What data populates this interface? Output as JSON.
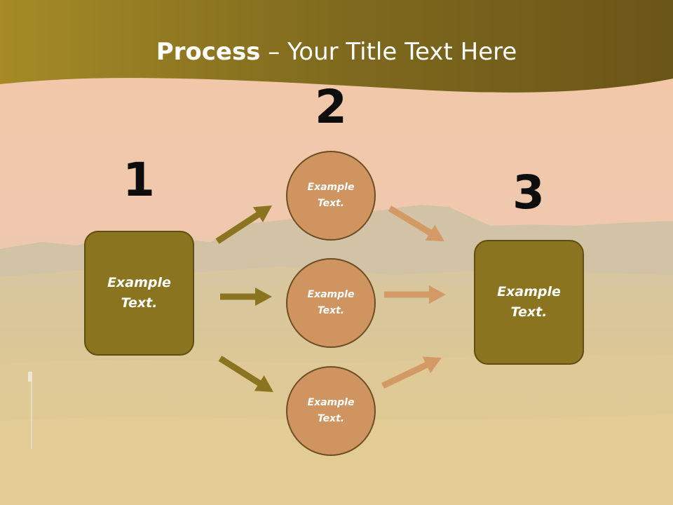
{
  "slide": {
    "title_bold": "Process",
    "title_rest": " – Your Title Text Here",
    "colors": {
      "header_band": "#8a7420",
      "box_fill": "#8a7420",
      "circle_fill": "#cf9460",
      "arrow_left": "#8a7420",
      "arrow_right": "#d49a66"
    }
  },
  "steps": [
    {
      "number": "1",
      "text": "Example\nText."
    },
    {
      "number": "2",
      "items": [
        {
          "text": "Example\nText."
        },
        {
          "text": "Example\nText."
        },
        {
          "text": "Example\nText."
        }
      ]
    },
    {
      "number": "3",
      "text": "Example\nText."
    }
  ]
}
